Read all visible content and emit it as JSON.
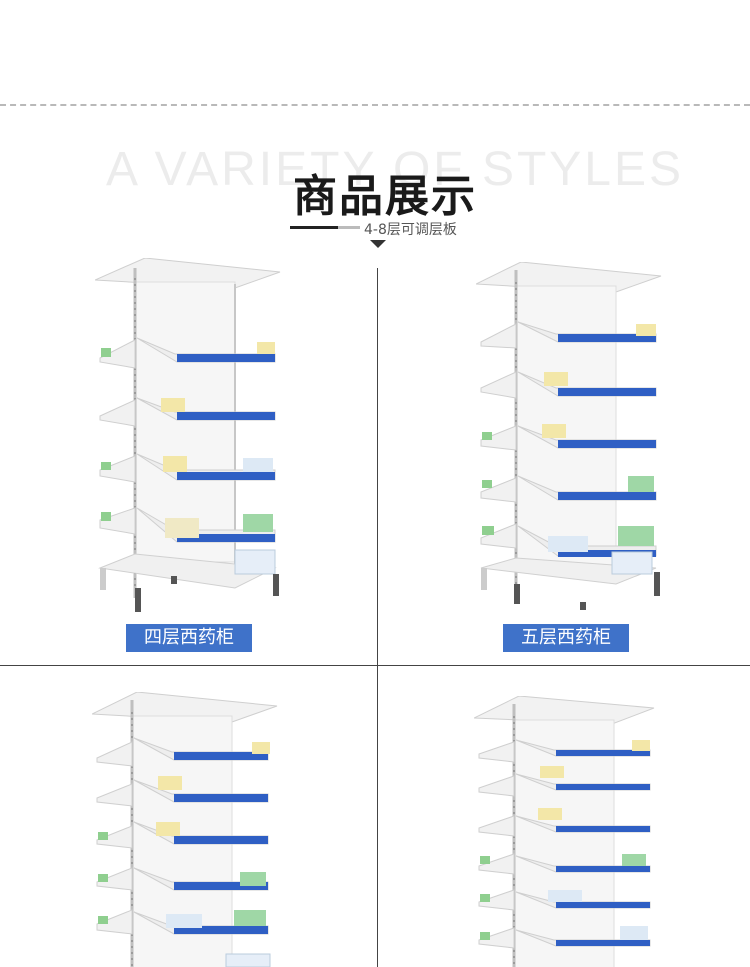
{
  "header": {
    "bg_title": "A VARIETY OF STYLES",
    "title": "商品展示",
    "subtitle": "4-8层可调层板"
  },
  "products": [
    {
      "label": "四层西药柜"
    },
    {
      "label": "五层西药柜"
    }
  ],
  "colors": {
    "accent_blue": "#3f72c9",
    "shelf_edge_blue": "#2f5fc4",
    "cabinet_white": "#f4f4f4"
  }
}
